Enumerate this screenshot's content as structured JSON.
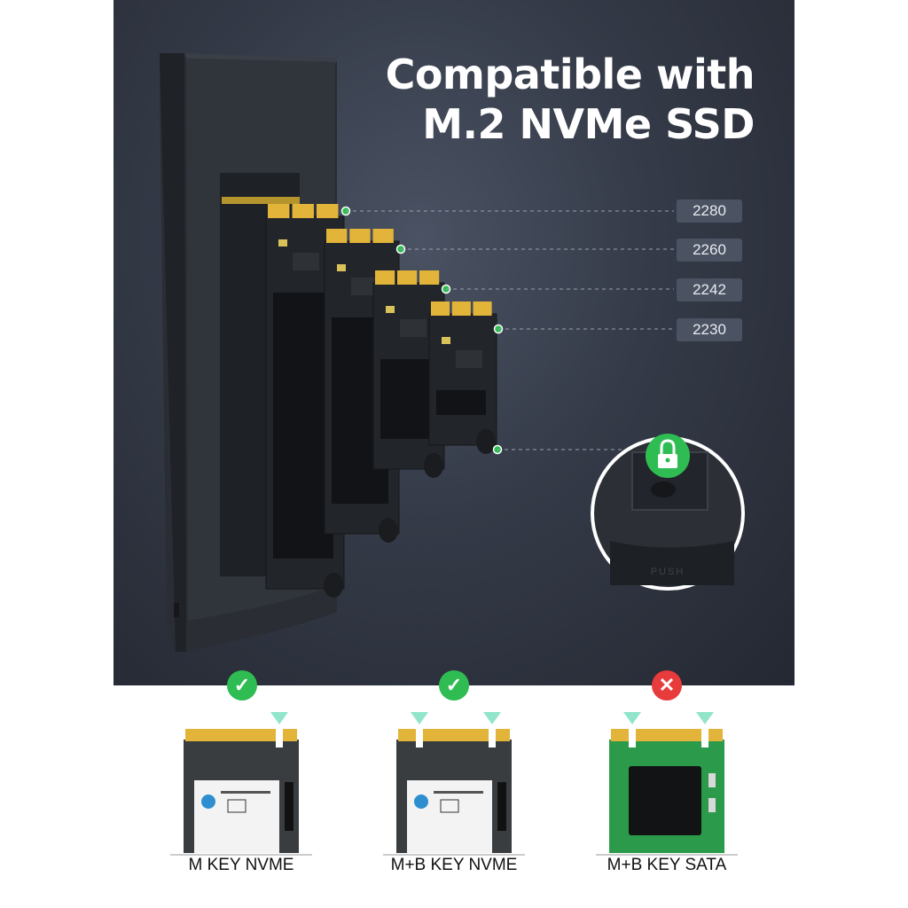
{
  "headline": {
    "line1": "Compatible with",
    "line2": "M.2 NVMe SSD"
  },
  "sizes": [
    "2280",
    "2260",
    "2242",
    "2230"
  ],
  "lock_detail": {
    "push_text": "PUSH",
    "lock_icon": "lock-icon"
  },
  "compatibility": [
    {
      "label": "M KEY NVME",
      "status": "compatible",
      "icon": "check-icon"
    },
    {
      "label": "M+B KEY NVME",
      "status": "compatible",
      "icon": "check-icon"
    },
    {
      "label": "M+B KEY SATA",
      "status": "incompatible",
      "icon": "cross-icon"
    }
  ],
  "colors": {
    "background_dark": "#2f3440",
    "accent_green": "#2fbd53",
    "reject_red": "#e83b3b",
    "gold_contacts": "#e2b43a",
    "sata_pcb_green": "#2b9a4a"
  }
}
